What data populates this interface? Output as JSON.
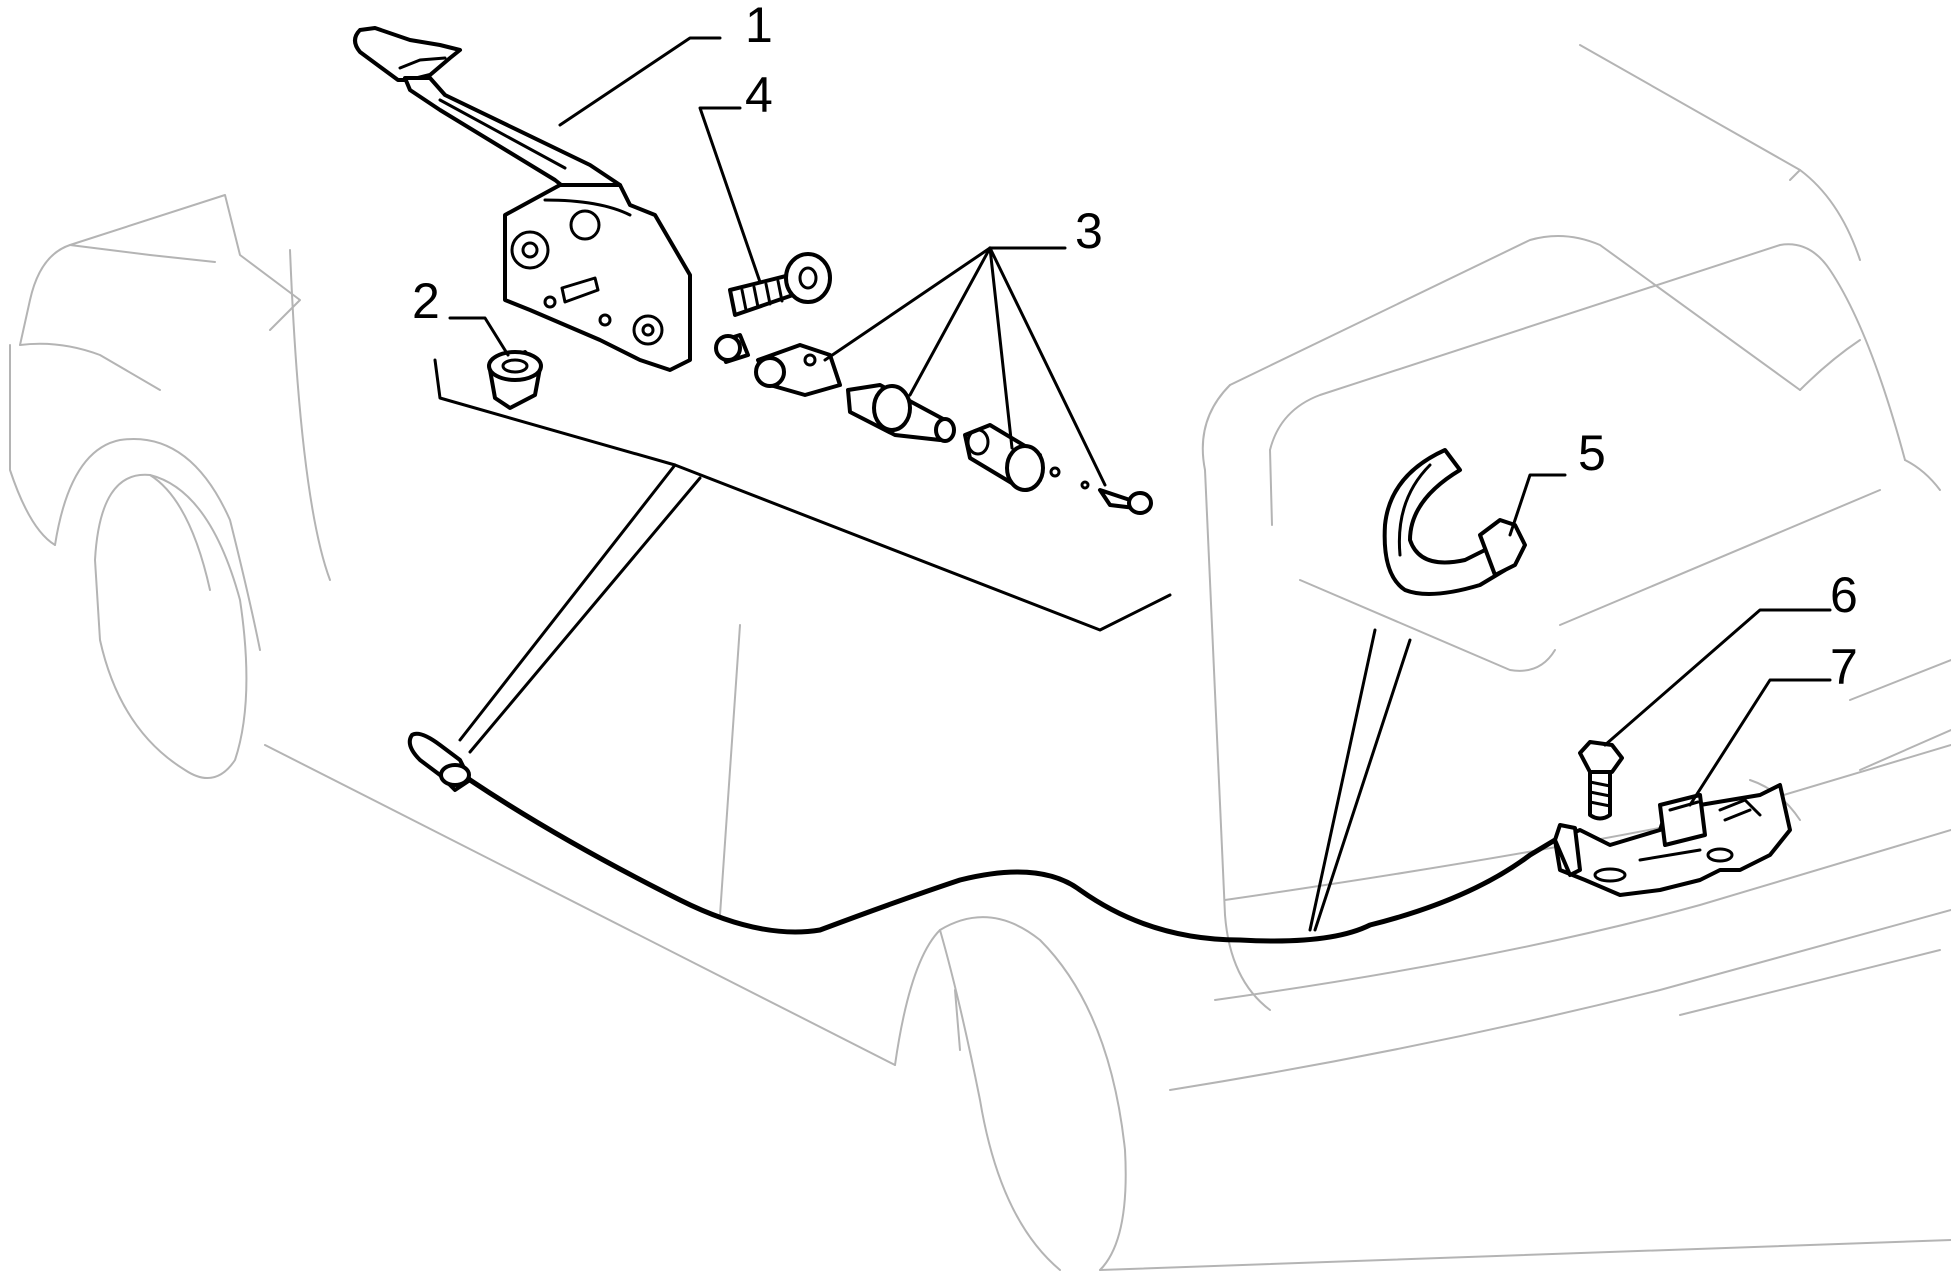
{
  "callouts": {
    "c1": "1",
    "c2": "2",
    "c3": "3",
    "c4": "4",
    "c5": "5",
    "c6": "6",
    "c7": "7"
  },
  "colors": {
    "car_outline": "#b4b4b4",
    "parts": "#000000",
    "background": "#ffffff"
  }
}
